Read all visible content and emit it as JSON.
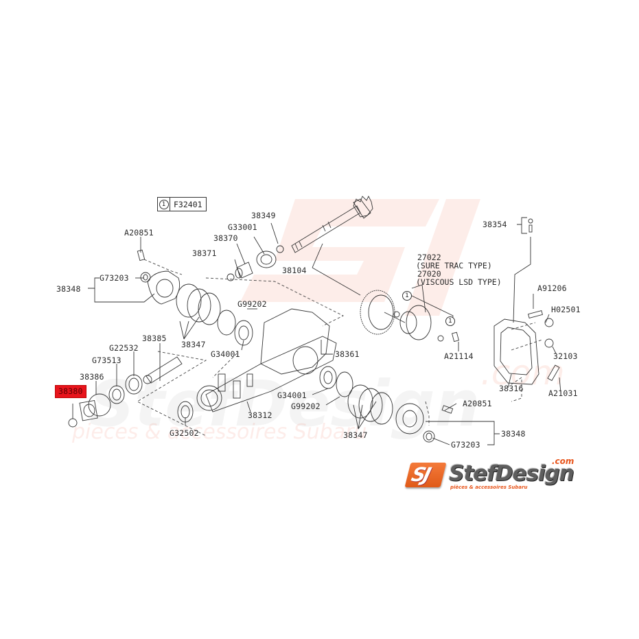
{
  "diagram": {
    "title": "Rear differential exploded parts diagram",
    "reference": {
      "circle_number": "1",
      "code": "F32401"
    },
    "highlight_color": "#e8141c",
    "highlighted_part": "38380",
    "parts": [
      {
        "id": "A20851_top",
        "label": "A20851"
      },
      {
        "id": "G73203_top",
        "label": "G73203"
      },
      {
        "id": "38348_left",
        "label": "38348"
      },
      {
        "id": "38371",
        "label": "38371"
      },
      {
        "id": "38370",
        "label": "38370"
      },
      {
        "id": "G33001",
        "label": "G33001"
      },
      {
        "id": "38349",
        "label": "38349"
      },
      {
        "id": "38104",
        "label": "38104"
      },
      {
        "id": "38354",
        "label": "38354"
      },
      {
        "id": "27022",
        "label": "27022"
      },
      {
        "id": "27022_note",
        "label": "(SURE TRAC TYPE)"
      },
      {
        "id": "27020",
        "label": "27020"
      },
      {
        "id": "27020_note",
        "label": "(VISCOUS LSD TYPE)"
      },
      {
        "id": "A91206",
        "label": "A91206"
      },
      {
        "id": "H02501",
        "label": "H02501"
      },
      {
        "id": "32103",
        "label": "32103"
      },
      {
        "id": "38316",
        "label": "38316"
      },
      {
        "id": "A21031",
        "label": "A21031"
      },
      {
        "id": "A21114",
        "label": "A21114"
      },
      {
        "id": "38361",
        "label": "38361"
      },
      {
        "id": "G99202_top",
        "label": "G99202"
      },
      {
        "id": "G34001_top",
        "label": "G34001"
      },
      {
        "id": "38347_top",
        "label": "38347"
      },
      {
        "id": "38385",
        "label": "38385"
      },
      {
        "id": "G22532",
        "label": "G22532"
      },
      {
        "id": "G73513",
        "label": "G73513"
      },
      {
        "id": "38386",
        "label": "38386"
      },
      {
        "id": "38380",
        "label": "38380"
      },
      {
        "id": "G32502",
        "label": "G32502"
      },
      {
        "id": "38312",
        "label": "38312"
      },
      {
        "id": "G34001_bottom",
        "label": "G34001"
      },
      {
        "id": "G99202_bottom",
        "label": "G99202"
      },
      {
        "id": "38347_bottom",
        "label": "38347"
      },
      {
        "id": "A20851_bottom",
        "label": "A20851"
      },
      {
        "id": "38348_right",
        "label": "38348"
      },
      {
        "id": "G73203_bottom",
        "label": "G73203"
      }
    ],
    "callout_markers": [
      "1",
      "1",
      "1"
    ]
  },
  "watermark": {
    "brand": "StefDesign",
    "dotcom": ".com",
    "tagline": "pieces & accessoires Subaru"
  },
  "logo": {
    "badge": "SJ",
    "name": "StefDesign",
    "dotcom": ".com",
    "tagline": "pièces & accessoires Subaru",
    "accent_color": "#e8541a",
    "name_color": "#5e5e5e"
  }
}
